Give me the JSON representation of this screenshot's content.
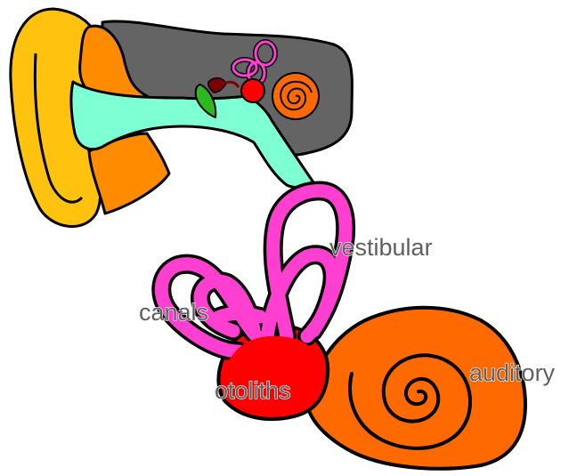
{
  "labels": {
    "vestibular": "vestibular",
    "canals": "canals",
    "otoliths": "otoliths",
    "auditory": "auditory"
  },
  "colors": {
    "pinna": "#FFC20E",
    "canal_bone": "#FF8C00",
    "ear_canal": "#7FFFD4",
    "temporal_bone": "#646464",
    "semicircular_canals": "#FF3FD0",
    "otolith_organs": "#FF0000",
    "cochlea": "#FF6A00",
    "eardrum_ossicles": "#2DB81E",
    "ossicle_dark": "#7A0000",
    "outline": "#000000"
  }
}
